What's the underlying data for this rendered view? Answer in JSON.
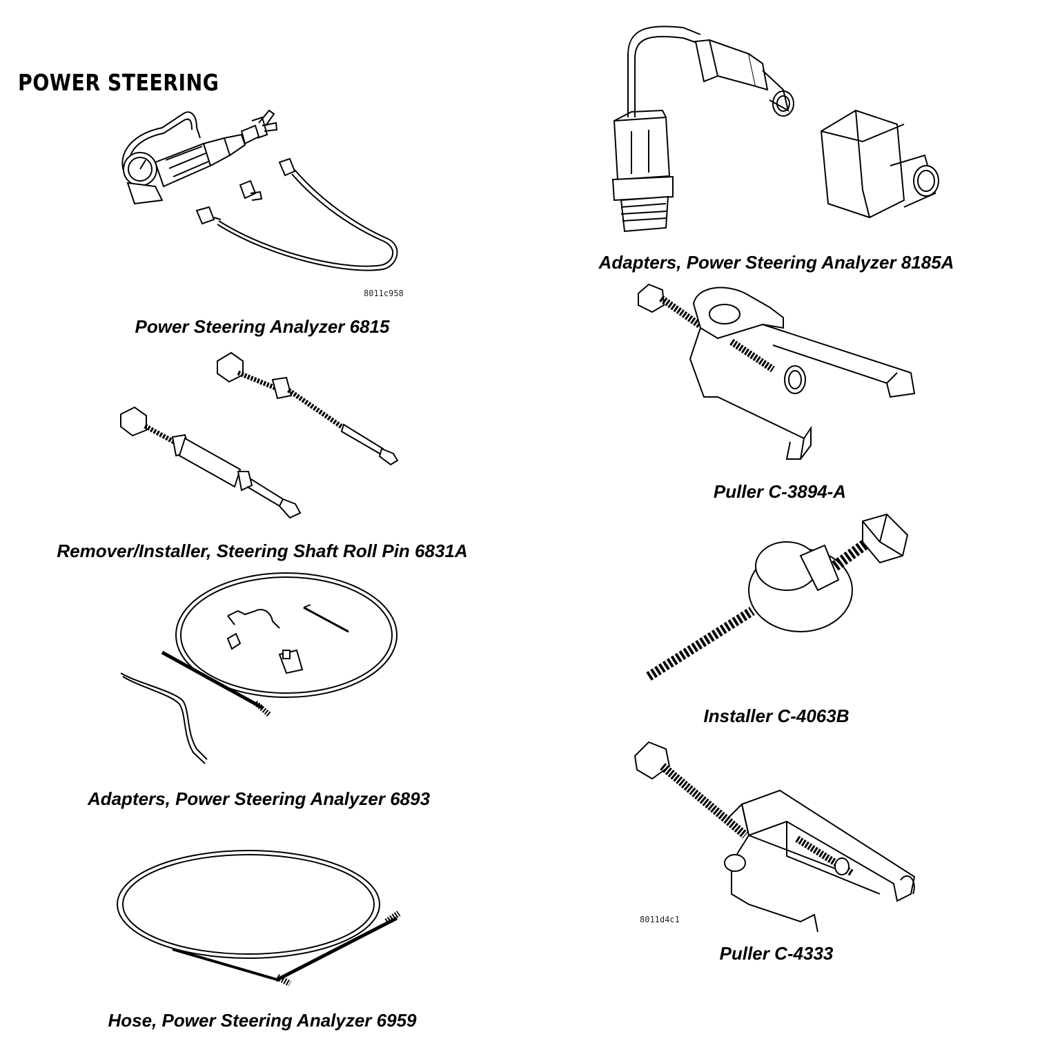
{
  "section_title": "POWER STEERING",
  "tools": [
    {
      "caption": "Power Steering Analyzer 6815",
      "icon": "power-steering-analyzer-illustration"
    },
    {
      "caption": "Remover/Installer, Steering Shaft Roll Pin 6831A",
      "icon": "roll-pin-remover-illustration"
    },
    {
      "caption": "Adapters, Power Steering Analyzer 6893",
      "icon": "analyzer-adapters-6893-illustration"
    },
    {
      "caption": "Hose, Power Steering Analyzer 6959",
      "icon": "analyzer-hose-illustration"
    },
    {
      "caption": "Adapters, Power Steering Analyzer 8185A",
      "icon": "analyzer-adapters-8185a-illustration"
    },
    {
      "caption": "Puller C-3894-A",
      "icon": "puller-c3894a-illustration"
    },
    {
      "caption": "Installer C-4063B",
      "icon": "installer-c4063b-illustration"
    },
    {
      "caption": "Puller C-4333",
      "icon": "puller-c4333-illustration"
    }
  ],
  "figure_codes": [
    "8011c958",
    "8011d4c1"
  ]
}
